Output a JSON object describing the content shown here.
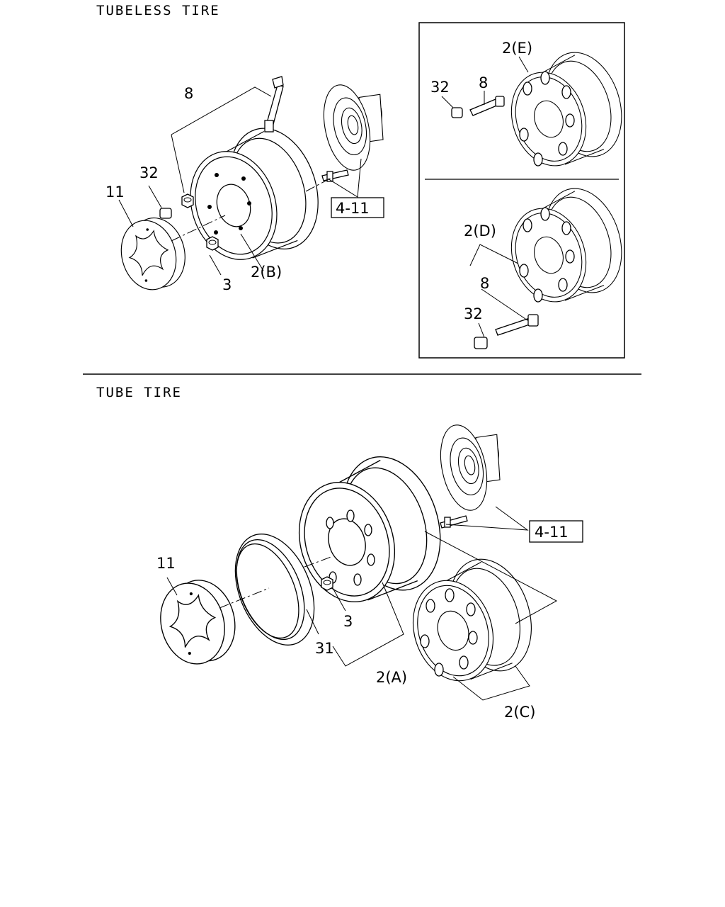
{
  "sections": {
    "tubeless_title": "TUBELESS TIRE",
    "tube_title": "TUBE TIRE"
  },
  "labels": {
    "tubeless": {
      "valve": "8",
      "valve_cap": "32",
      "center_cap": "11",
      "nut": "3",
      "wheel": "2(B)",
      "hub_ref": "4-11"
    },
    "inset": {
      "wheel_e": "2(E)",
      "valve_e": "8",
      "cap_e": "32",
      "wheel_d": "2(D)",
      "valve_d": "8",
      "cap_d": "32"
    },
    "tube": {
      "center_cap": "11",
      "flap": "31",
      "nut": "3",
      "wheel_a": "2(A)",
      "wheel_c": "2(C)",
      "hub_ref": "4-11"
    }
  },
  "icons": [
    "wheel-rim",
    "hub-drum",
    "stud-bolt",
    "hex-nut",
    "valve-stem",
    "valve-cap",
    "center-cap",
    "rim-flap"
  ]
}
